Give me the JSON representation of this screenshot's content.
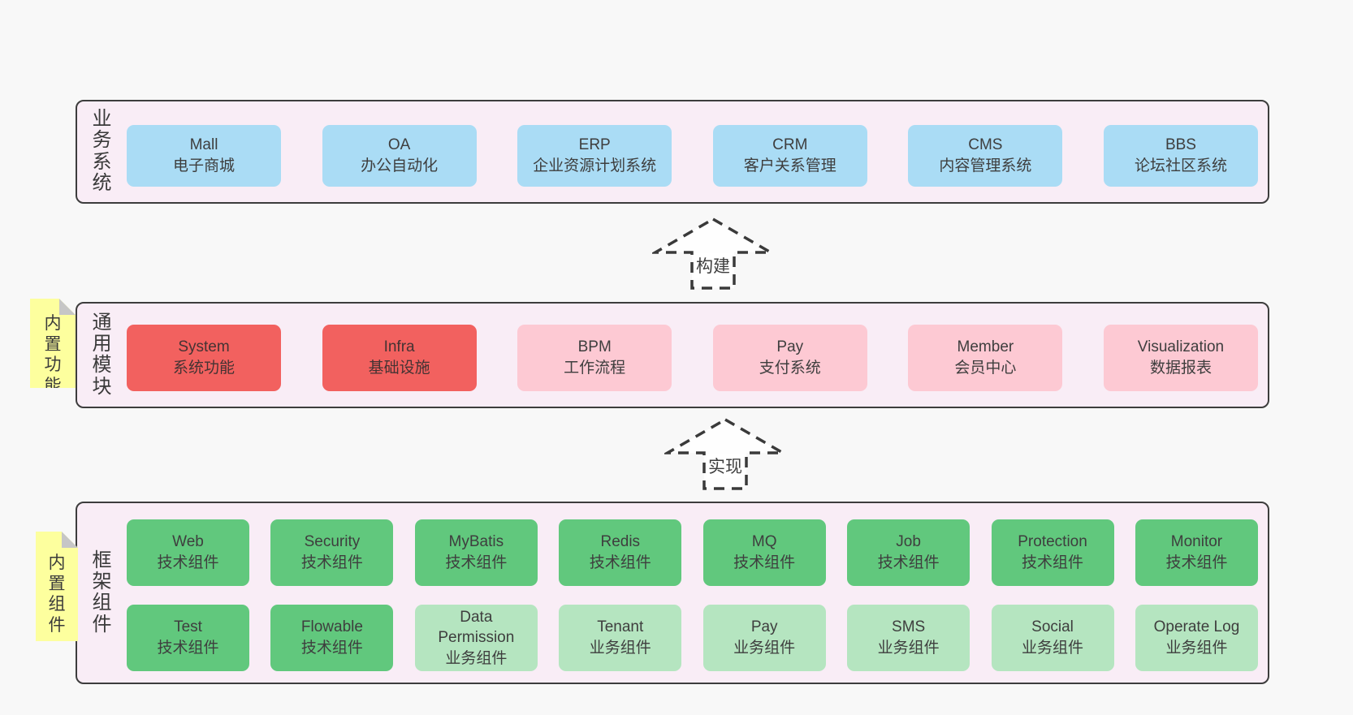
{
  "colors": {
    "page_bg": "#f8f8f8",
    "panel_bg": "#f9edf6",
    "panel_border": "#3d3d3d",
    "node_blue": "#aadcf5",
    "node_red": "#f2615f",
    "node_pink": "#fdc9d3",
    "node_green": "#61c87d",
    "node_light_green": "#b5e5c0",
    "sticky_yellow": "#fdff9e",
    "sticky_fold_gray": "#c6c6c6",
    "text": "#3e3e3e"
  },
  "sections": {
    "business": {
      "label": "业务系统",
      "boxes": [
        {
          "en": "Mall",
          "zh": "电子商城"
        },
        {
          "en": "OA",
          "zh": "办公自动化"
        },
        {
          "en": "ERP",
          "zh": "企业资源计划系统"
        },
        {
          "en": "CRM",
          "zh": "客户关系管理"
        },
        {
          "en": "CMS",
          "zh": "内容管理系统"
        },
        {
          "en": "BBS",
          "zh": "论坛社区系统"
        }
      ]
    },
    "modules": {
      "label": "通用模块",
      "sticky": "内置功能",
      "boxes": [
        {
          "en": "System",
          "zh": "系统功能"
        },
        {
          "en": "Infra",
          "zh": "基础设施"
        },
        {
          "en": "BPM",
          "zh": "工作流程"
        },
        {
          "en": "Pay",
          "zh": "支付系统"
        },
        {
          "en": "Member",
          "zh": "会员中心"
        },
        {
          "en": "Visualization",
          "zh": "数据报表"
        }
      ]
    },
    "components": {
      "label": "框架组件",
      "sticky": "内置组件",
      "row1": [
        {
          "en": "Web",
          "zh": "技术组件"
        },
        {
          "en": "Security",
          "zh": "技术组件"
        },
        {
          "en": "MyBatis",
          "zh": "技术组件"
        },
        {
          "en": "Redis",
          "zh": "技术组件"
        },
        {
          "en": "MQ",
          "zh": "技术组件"
        },
        {
          "en": "Job",
          "zh": "技术组件"
        },
        {
          "en": "Protection",
          "zh": "技术组件"
        },
        {
          "en": "Monitor",
          "zh": "技术组件"
        }
      ],
      "row2": [
        {
          "en": "Test",
          "zh": "技术组件"
        },
        {
          "en": "Flowable",
          "zh": "技术组件"
        },
        {
          "en": "Data Permission",
          "zh": "业务组件"
        },
        {
          "en": "Tenant",
          "zh": "业务组件"
        },
        {
          "en": "Pay",
          "zh": "业务组件"
        },
        {
          "en": "SMS",
          "zh": "业务组件"
        },
        {
          "en": "Social",
          "zh": "业务组件"
        },
        {
          "en": "Operate Log",
          "zh": "业务组件"
        }
      ]
    }
  },
  "arrows": {
    "build": "构建",
    "implement": "实现"
  }
}
